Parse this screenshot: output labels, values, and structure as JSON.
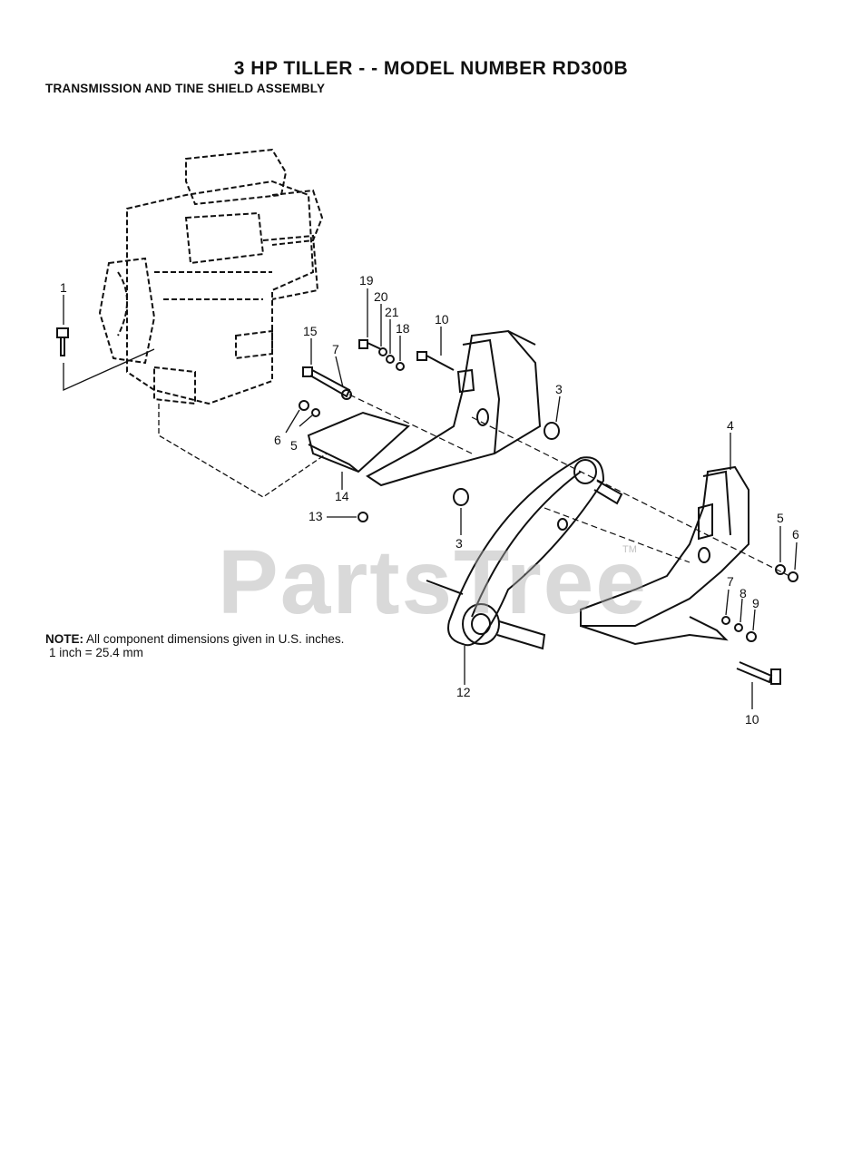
{
  "header": {
    "title": "3 HP TILLER - - MODEL NUMBER RD300B",
    "subtitle": "TRANSMISSION AND TINE SHIELD ASSEMBLY"
  },
  "note": {
    "label": "NOTE:",
    "line1": "All component dimensions given in U.S. inches.",
    "line2": "1 inch = 25.4 mm"
  },
  "watermark": {
    "text": "PartsTree",
    "tm": "TM"
  },
  "callouts": [
    "1",
    "19",
    "20",
    "21",
    "18",
    "10",
    "15",
    "7",
    "3",
    "4",
    "6",
    "5",
    "14",
    "13",
    "3",
    "5",
    "6",
    "7",
    "8",
    "9",
    "12",
    "10"
  ]
}
